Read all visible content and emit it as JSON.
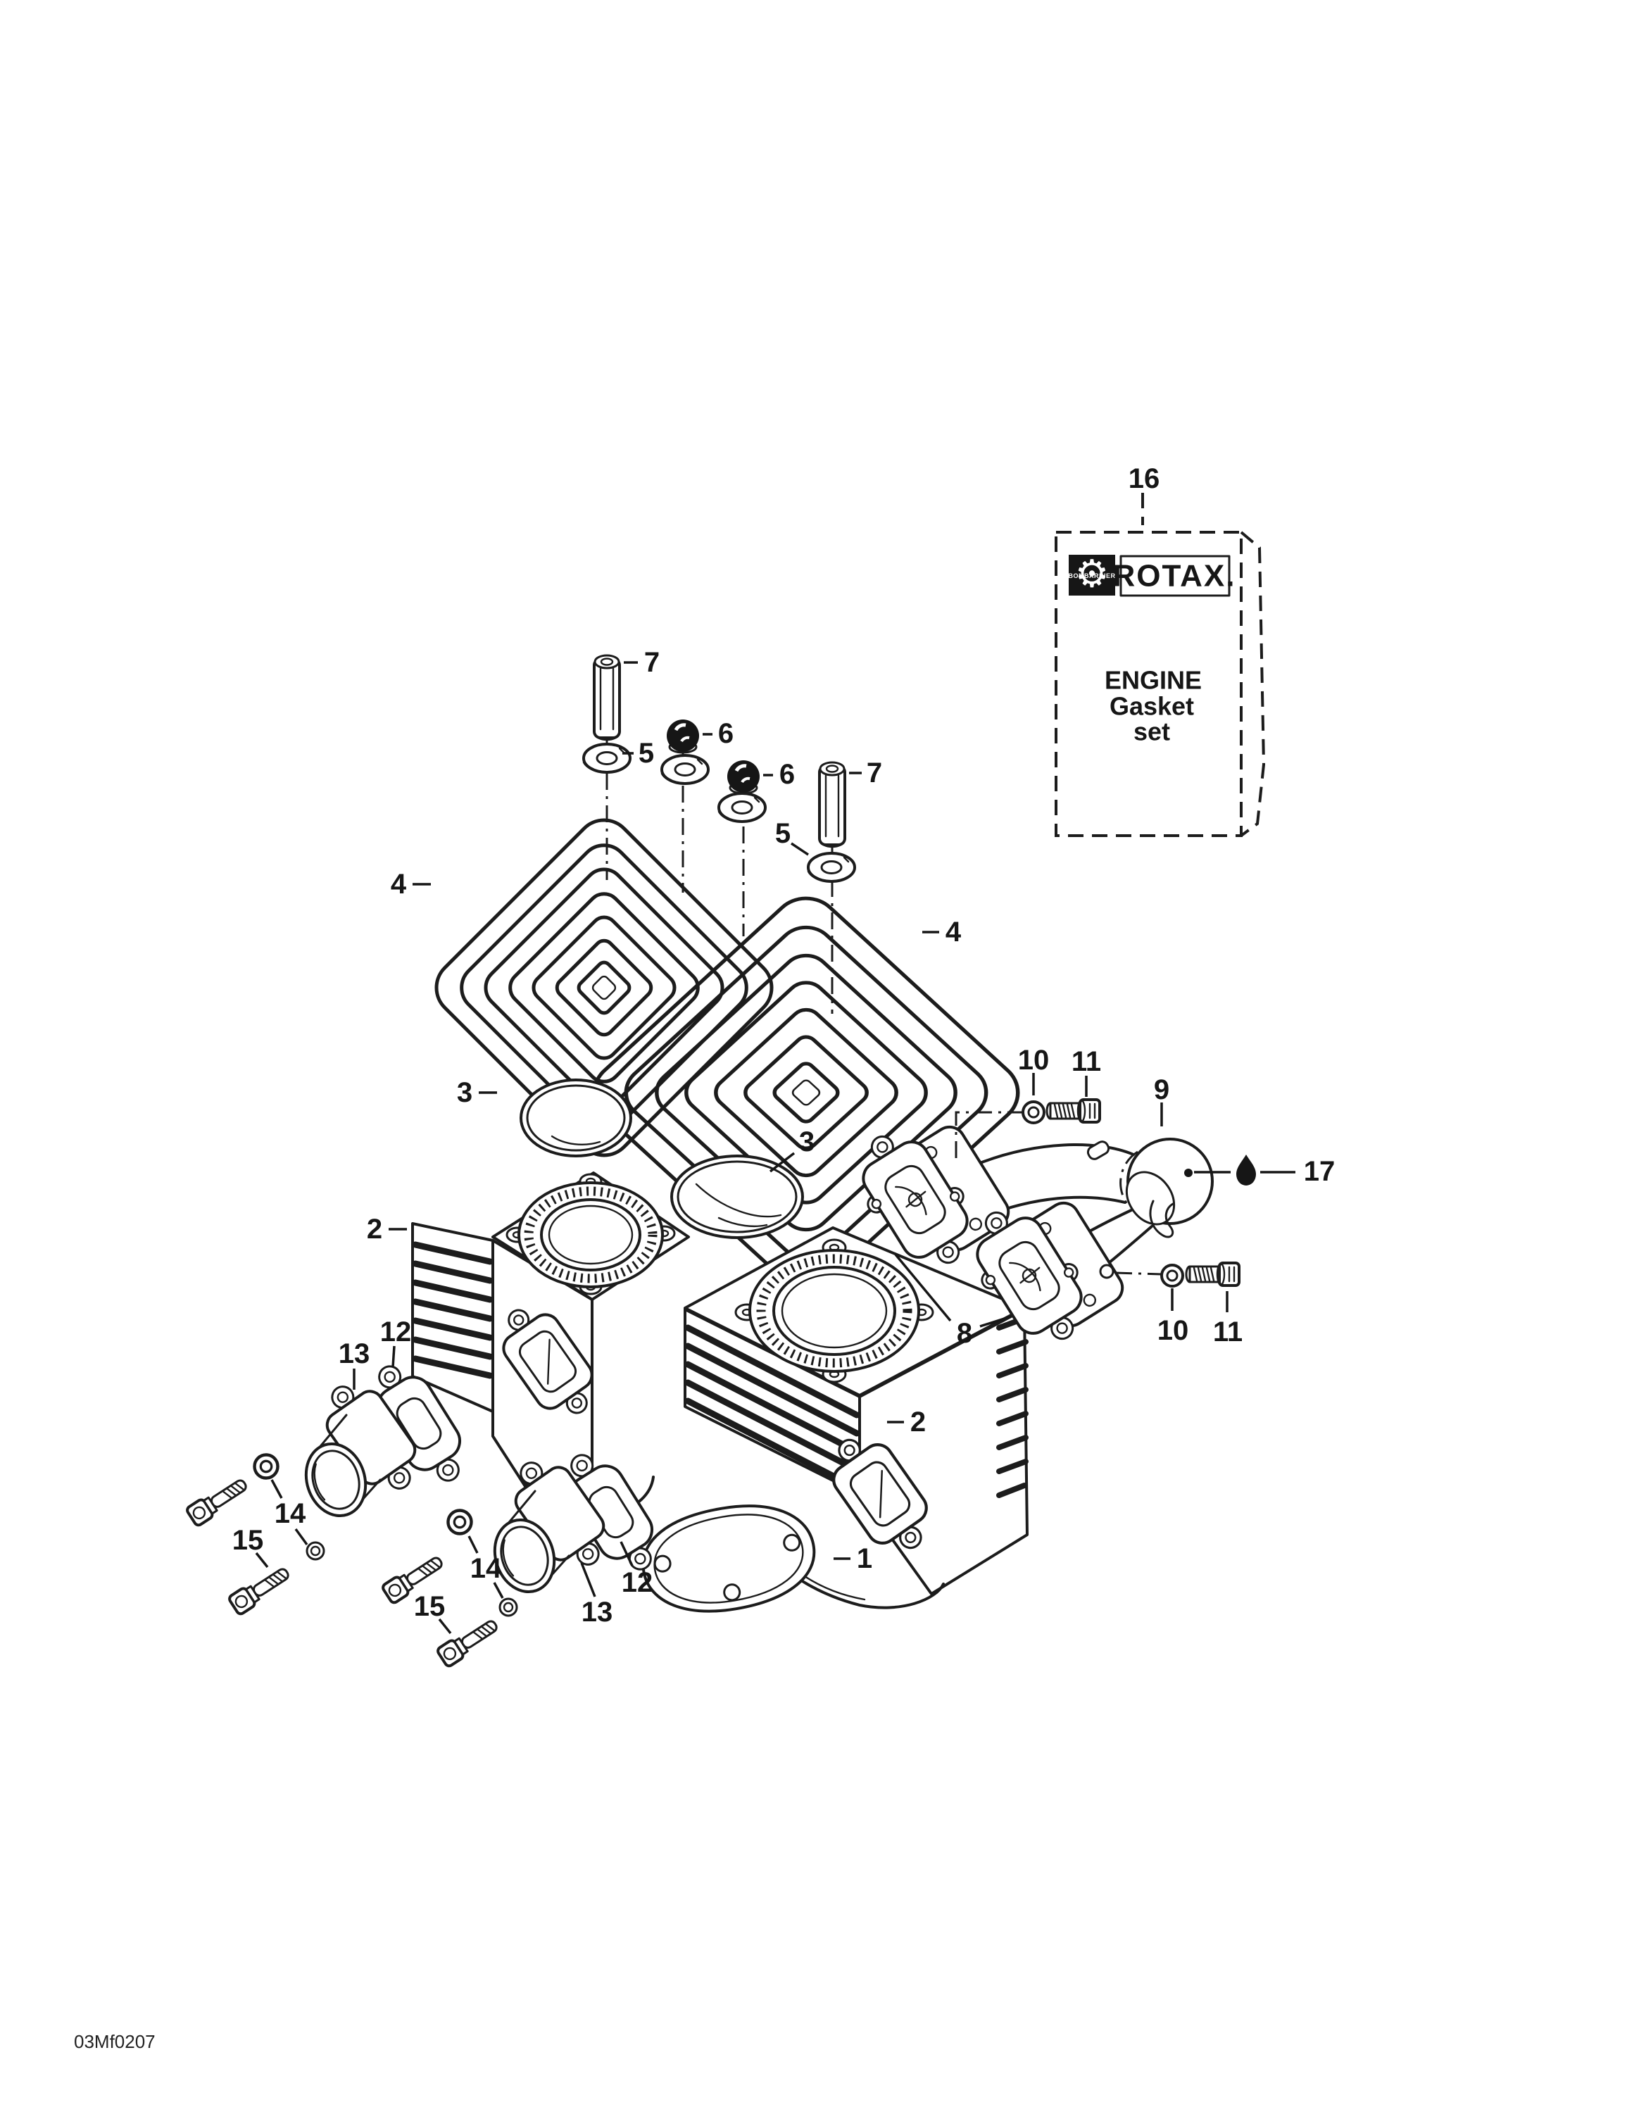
{
  "figure": {
    "part_code": "03Mf0207",
    "gasket_box": {
      "brand": "ROTAX.",
      "logo_text": "BOMBARDIER",
      "product_line1": "ENGINE",
      "product_line2": "Gasket",
      "product_line3": "set"
    },
    "callouts": {
      "c1": "1",
      "c2a": "2",
      "c2b": "2",
      "c3a": "3",
      "c3b": "3",
      "c4a": "4",
      "c4b": "4",
      "c5a": "5",
      "c5b": "5",
      "c6a": "6",
      "c6b": "6",
      "c7a": "7",
      "c7b": "7",
      "c8": "8",
      "c9": "9",
      "c10a": "10",
      "c10b": "10",
      "c11a": "11",
      "c11b": "11",
      "c12a": "12",
      "c12b": "12",
      "c13a": "13",
      "c13b": "13",
      "c14a": "14",
      "c14b": "14",
      "c15a": "15",
      "c15b": "15",
      "c16": "16",
      "c17": "17"
    }
  }
}
